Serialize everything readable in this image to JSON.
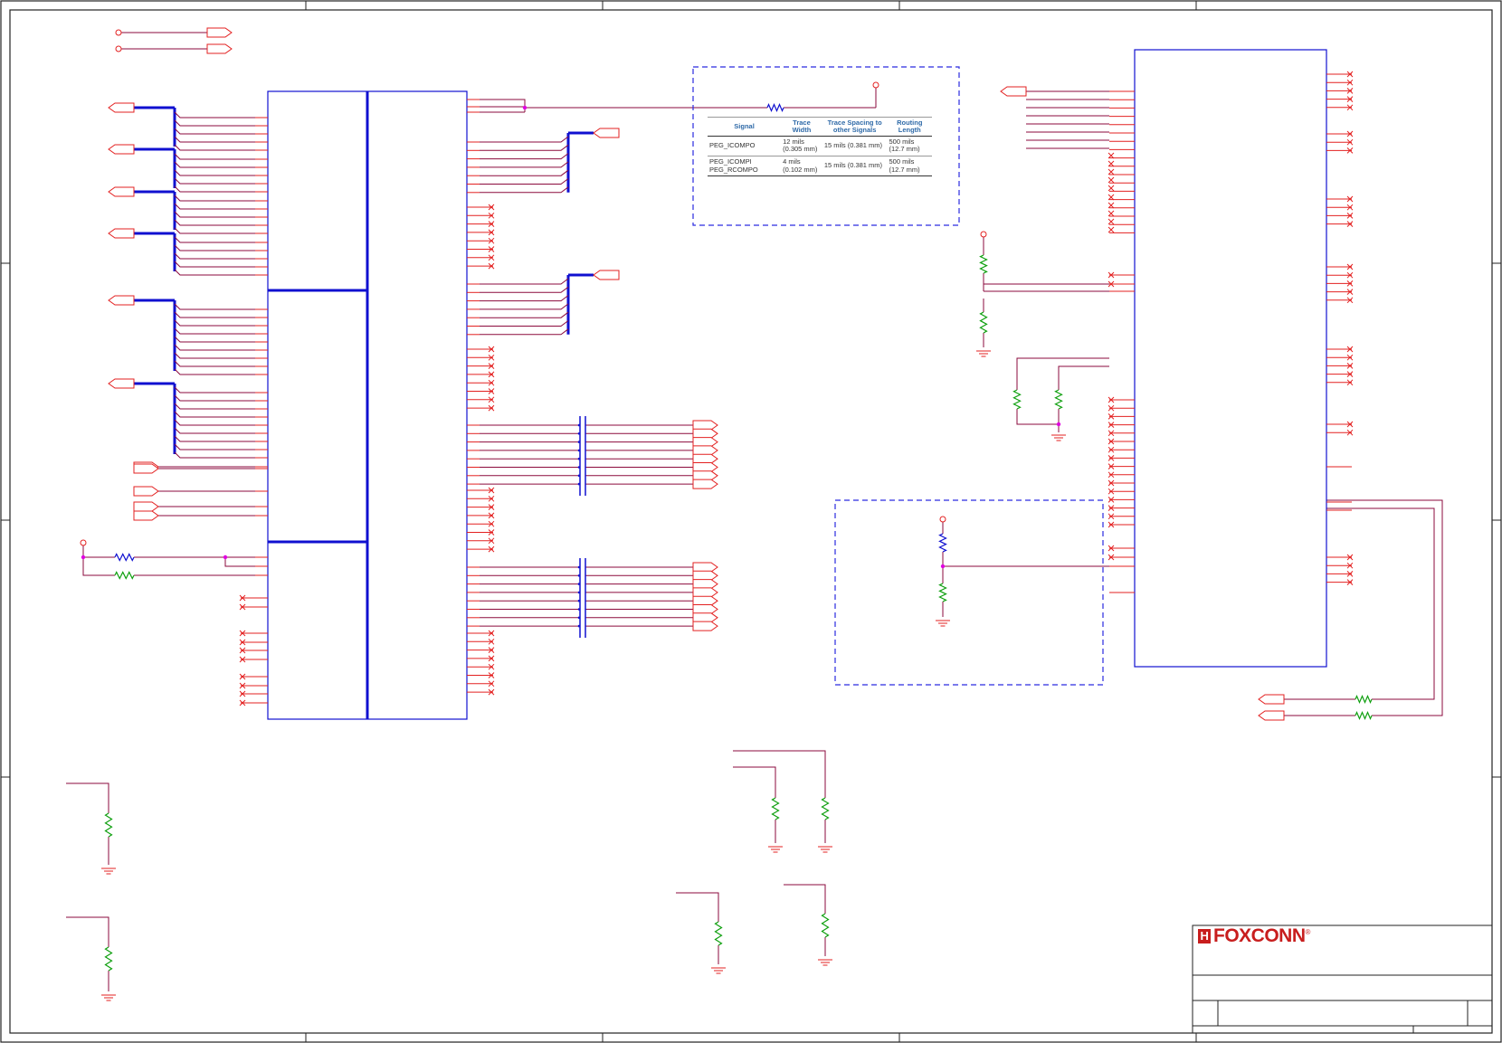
{
  "routing_table": {
    "headers": [
      "Signal",
      "Trace Width",
      "Trace Spacing to other Signals",
      "Routing Length"
    ],
    "rows": [
      {
        "signal": "PEG_ICOMPO",
        "width": "12 mils (0.305 mm)",
        "spacing": "15 mils (0.381 mm)",
        "length": "500 mils (12.7 mm)"
      },
      {
        "signal": "PEG_ICOMPI PEG_RCOMPO",
        "width": "4 mils (0.102 mm)",
        "spacing": "15 mils (0.381 mm)",
        "length": "500 mils (12.7 mm)"
      }
    ]
  },
  "title_block": {
    "logo_text": "FOXCONN",
    "logo_mark": "H",
    "registered": "®"
  },
  "colors": {
    "wire": "#8b0a3c",
    "pin": "#e32020",
    "component": "#1010d0",
    "resistor": "#10a010",
    "junction": "#e000e0",
    "frame": "#222222",
    "dashed_box": "#2a2ae0"
  },
  "icons": [
    "resistor-icon",
    "ground-icon",
    "power-pin-icon",
    "off-page-connector-icon",
    "no-connect-icon",
    "junction-icon"
  ]
}
